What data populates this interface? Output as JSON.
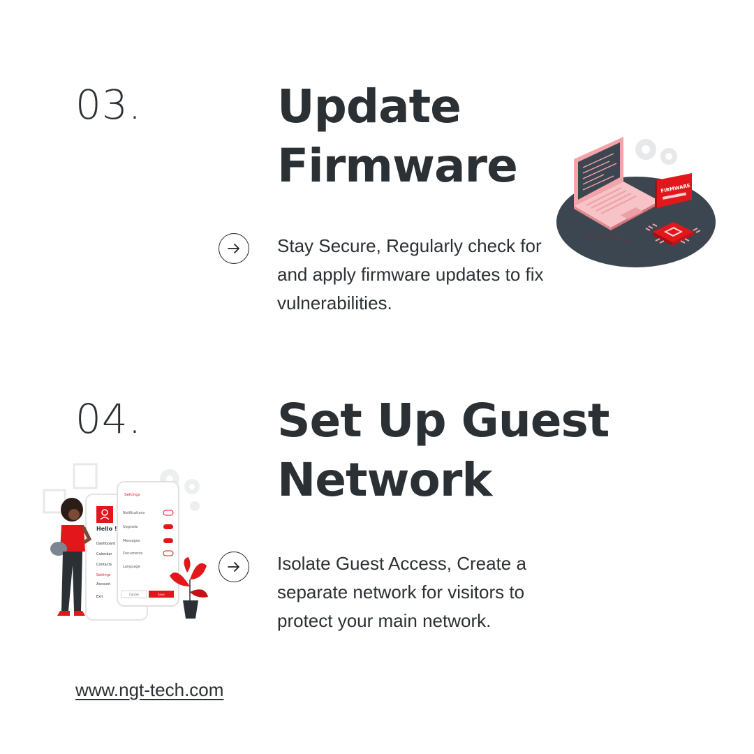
{
  "steps": [
    {
      "number": "03.",
      "title_line1": "Update",
      "title_line2": "Firmware",
      "body_line1": "Stay Secure, Regularly check for",
      "body_line2": "and apply firmware updates to fix",
      "body_line3": "vulnerabilities."
    },
    {
      "number": "04.",
      "title_line1": "Set Up Guest",
      "title_line2": "Network",
      "body_line1": "Isolate Guest Access, Create a",
      "body_line2": "separate network for visitors to",
      "body_line3": "protect your main network."
    }
  ],
  "illustration_firmware": {
    "sign_text": "FIRMWARE"
  },
  "illustration_phone": {
    "header": "Settings",
    "greeting": "Hello !",
    "menu": [
      "Dashboard",
      "Calendar",
      "Contacts",
      "Settings",
      "Account",
      "Exit"
    ],
    "settings_rows": [
      "Notifications",
      "Upgrade",
      "Messages",
      "Documents",
      "Language"
    ],
    "cancel_label": "Cancel",
    "save_label": "Save"
  },
  "footer": {
    "website": "www.ngt-tech.com"
  },
  "colors": {
    "text": "#2b3035",
    "accent": "#e3161b",
    "accent_light": "#f4a3a8",
    "dark_slate": "#3c4650"
  },
  "icons": [
    "arrow-right-icon",
    "gear-icon",
    "chip-icon",
    "laptop-icon"
  ]
}
